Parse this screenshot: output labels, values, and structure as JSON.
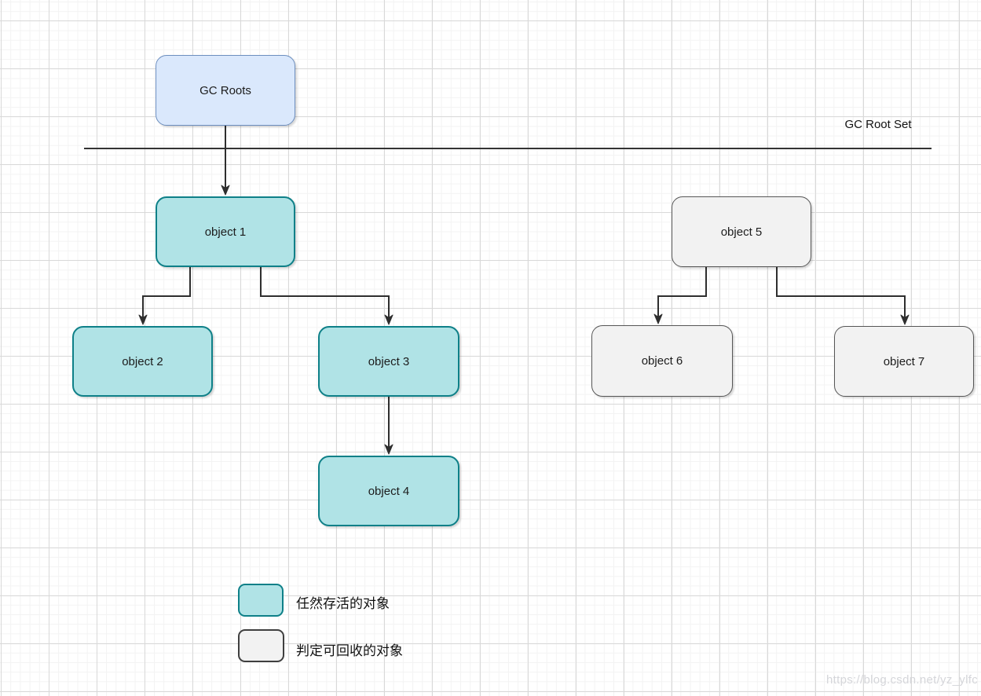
{
  "diagram": {
    "nodes": [
      {
        "label": "GC Roots",
        "type": "root"
      },
      {
        "label": "object 1",
        "type": "alive"
      },
      {
        "label": "object 2",
        "type": "alive"
      },
      {
        "label": "object 3",
        "type": "alive"
      },
      {
        "label": "object 4",
        "type": "alive"
      },
      {
        "label": "object 5",
        "type": "recyclable"
      },
      {
        "label": "object 6",
        "type": "recyclable"
      },
      {
        "label": "object 7",
        "type": "recyclable"
      }
    ],
    "separator_label": "GC Root Set",
    "edges": [
      {
        "from": "GC Roots",
        "to": "object 1"
      },
      {
        "from": "object 1",
        "to": "object 2"
      },
      {
        "from": "object 1",
        "to": "object 3"
      },
      {
        "from": "object 3",
        "to": "object 4"
      },
      {
        "from": "object 5",
        "to": "object 6"
      },
      {
        "from": "object 5",
        "to": "object 7"
      }
    ]
  },
  "legend": {
    "items": [
      {
        "label": "任然存活的对象",
        "swatch": "alive"
      },
      {
        "label": "判定可回收的对象",
        "swatch": "recyclable"
      }
    ]
  },
  "watermark": "https://blog.csdn.net/yz_ylfc",
  "colors": {
    "root_fill": "#dae8fc",
    "root_stroke": "#6c8ebf",
    "alive_fill": "#b0e3e6",
    "alive_stroke": "#0e8088",
    "recyclable_fill": "#f2f2f2",
    "recyclable_stroke": "#565656",
    "edge_color": "#2e2e2e",
    "watermark_color": "#d5d6da"
  }
}
